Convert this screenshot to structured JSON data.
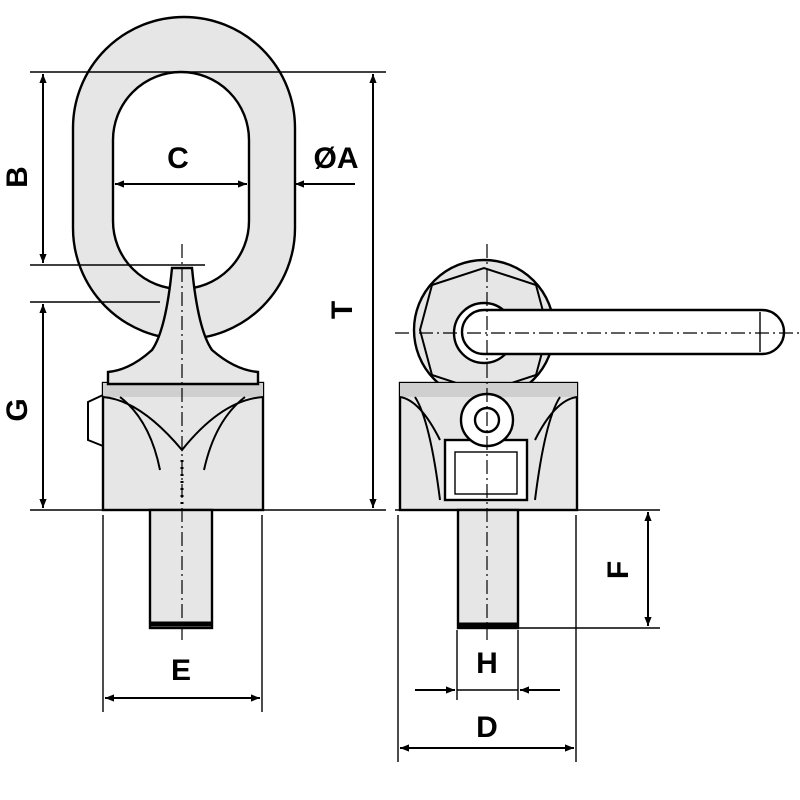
{
  "dimensions": {
    "A": "ØA",
    "B": "B",
    "C": "C",
    "D": "D",
    "E": "E",
    "F": "F",
    "G": "G",
    "H": "H",
    "T": "T"
  }
}
